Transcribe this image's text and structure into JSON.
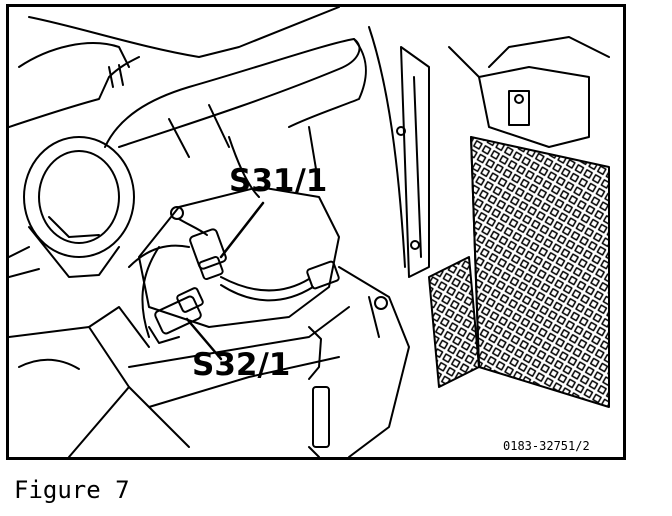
{
  "figure": {
    "caption": "Figure 7",
    "reference_code": "0183-32751/2",
    "callouts": {
      "s31": "S31/1",
      "s32": "S32/1"
    }
  },
  "colors": {
    "ink": "#000000",
    "paper": "#ffffff"
  }
}
